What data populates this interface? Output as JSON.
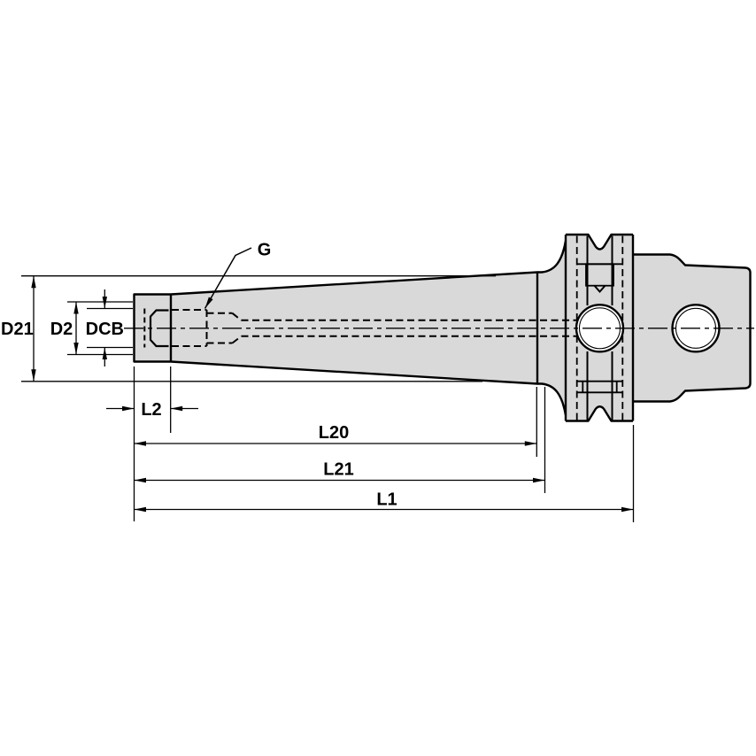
{
  "drawing": {
    "labels": {
      "g": "G",
      "d21": "D21",
      "d2": "D2",
      "dcb": "DCB",
      "l2": "L2",
      "l20": "L20",
      "l21": "L21",
      "l1": "L1"
    },
    "colors": {
      "body_fill": "#d9d9d9",
      "line": "#000000",
      "background": "#ffffff"
    }
  }
}
